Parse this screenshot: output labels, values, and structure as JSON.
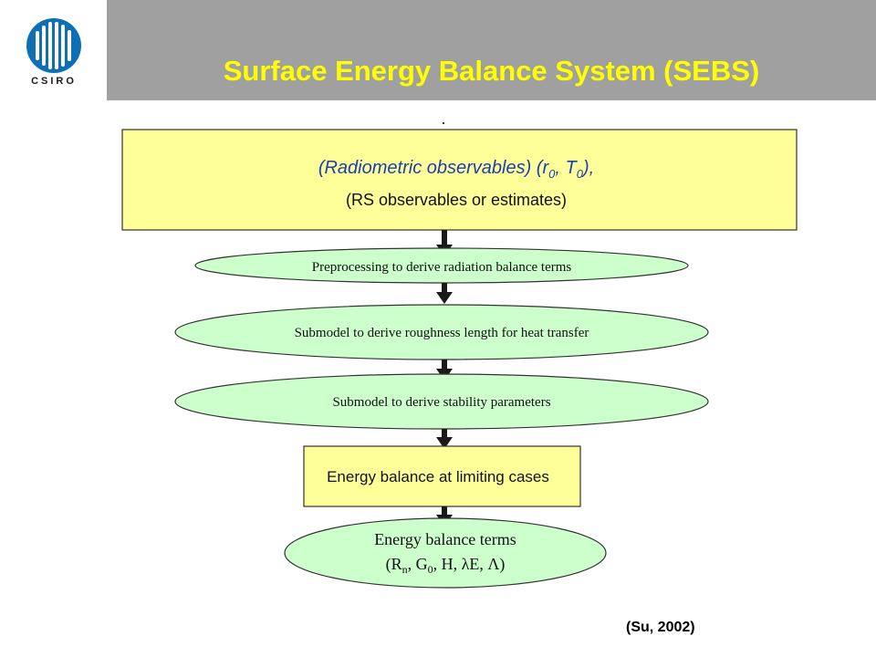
{
  "header": {
    "title": "Surface Energy Balance System (SEBS)",
    "logo_text": "CSIRO",
    "bar_color": "#a0a0a0",
    "title_color": "#ffff00"
  },
  "diagram": {
    "box_fill": "#ffff99",
    "ellipse_fill": "#ccffcc",
    "arrow_color": "#1a1a1a",
    "top_box": {
      "line1": "(Radiometric observables) (r",
      "sub1": "0",
      "mid": ", T",
      "sub2": "0",
      "end": "),",
      "line2": "(RS observables or estimates)"
    },
    "step1": "Preprocessing to derive radiation balance terms",
    "step2": "Submodel to derive roughness length for heat transfer",
    "step3": "Submodel to derive stability parameters",
    "step4": "Energy balance at limiting cases",
    "output": {
      "line1": "Energy balance terms",
      "line2_a": "(R",
      "line2_sub1": "n",
      "line2_b": ", G",
      "line2_sub2": "0",
      "line2_c": ", H, λE, Λ)"
    }
  },
  "citation": "(Su, 2002)"
}
